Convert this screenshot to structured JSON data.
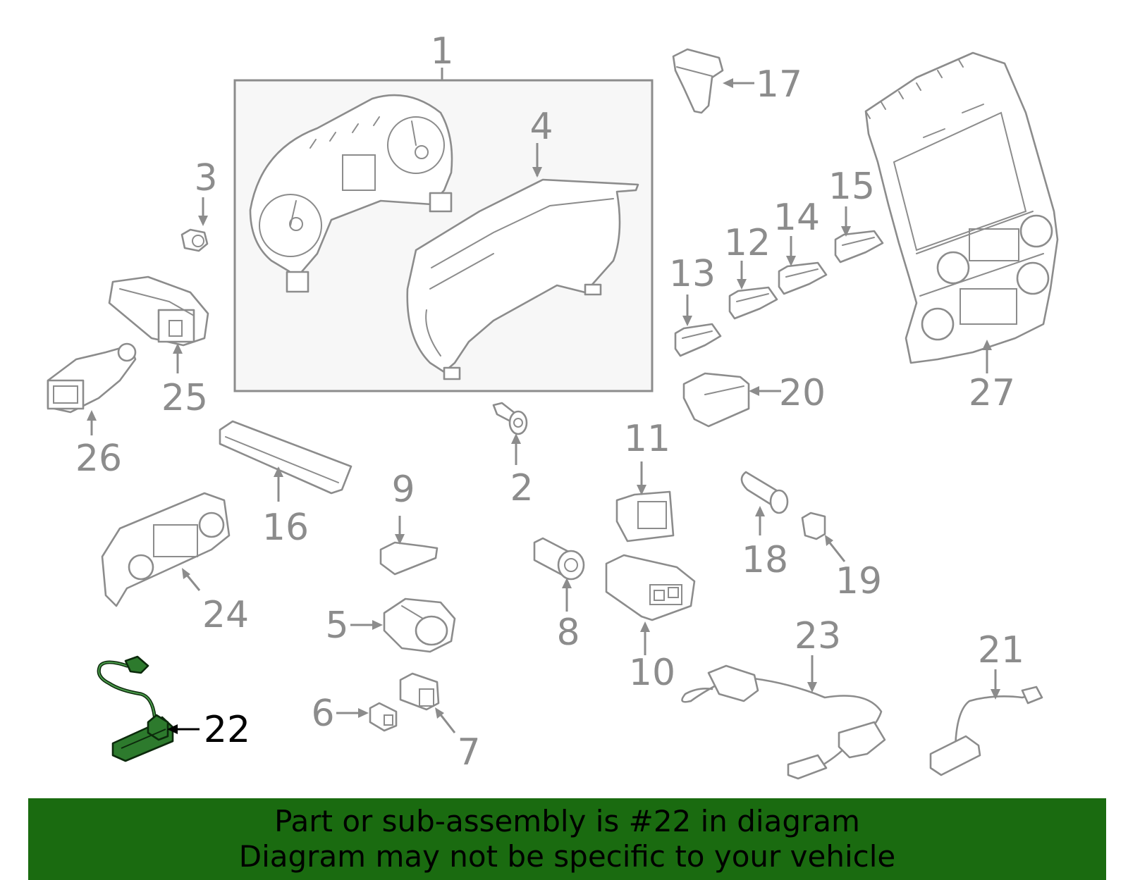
{
  "callouts": [
    {
      "id": "1",
      "label": "1",
      "highlighted": false
    },
    {
      "id": "2",
      "label": "2",
      "highlighted": false
    },
    {
      "id": "3",
      "label": "3",
      "highlighted": false
    },
    {
      "id": "4",
      "label": "4",
      "highlighted": false
    },
    {
      "id": "5",
      "label": "5",
      "highlighted": false
    },
    {
      "id": "6",
      "label": "6",
      "highlighted": false
    },
    {
      "id": "7",
      "label": "7",
      "highlighted": false
    },
    {
      "id": "8",
      "label": "8",
      "highlighted": false
    },
    {
      "id": "9",
      "label": "9",
      "highlighted": false
    },
    {
      "id": "10",
      "label": "10",
      "highlighted": false
    },
    {
      "id": "11",
      "label": "11",
      "highlighted": false
    },
    {
      "id": "12",
      "label": "12",
      "highlighted": false
    },
    {
      "id": "13",
      "label": "13",
      "highlighted": false
    },
    {
      "id": "14",
      "label": "14",
      "highlighted": false
    },
    {
      "id": "15",
      "label": "15",
      "highlighted": false
    },
    {
      "id": "16",
      "label": "16",
      "highlighted": false
    },
    {
      "id": "17",
      "label": "17",
      "highlighted": false
    },
    {
      "id": "18",
      "label": "18",
      "highlighted": false
    },
    {
      "id": "19",
      "label": "19",
      "highlighted": false
    },
    {
      "id": "20",
      "label": "20",
      "highlighted": false
    },
    {
      "id": "21",
      "label": "21",
      "highlighted": false
    },
    {
      "id": "22",
      "label": "22",
      "highlighted": true
    },
    {
      "id": "23",
      "label": "23",
      "highlighted": false
    },
    {
      "id": "24",
      "label": "24",
      "highlighted": false
    },
    {
      "id": "25",
      "label": "25",
      "highlighted": false
    },
    {
      "id": "26",
      "label": "26",
      "highlighted": false
    },
    {
      "id": "27",
      "label": "27",
      "highlighted": false
    }
  ],
  "colors": {
    "part_line": "#8c8c8c",
    "highlight_part": "#2d7a2d",
    "highlight_label": "#000000",
    "footer_background": "#1a6b10"
  },
  "footer": {
    "line1": "Part or sub-assembly is #22 in diagram",
    "line2": "Diagram may not be specific to your vehicle"
  }
}
